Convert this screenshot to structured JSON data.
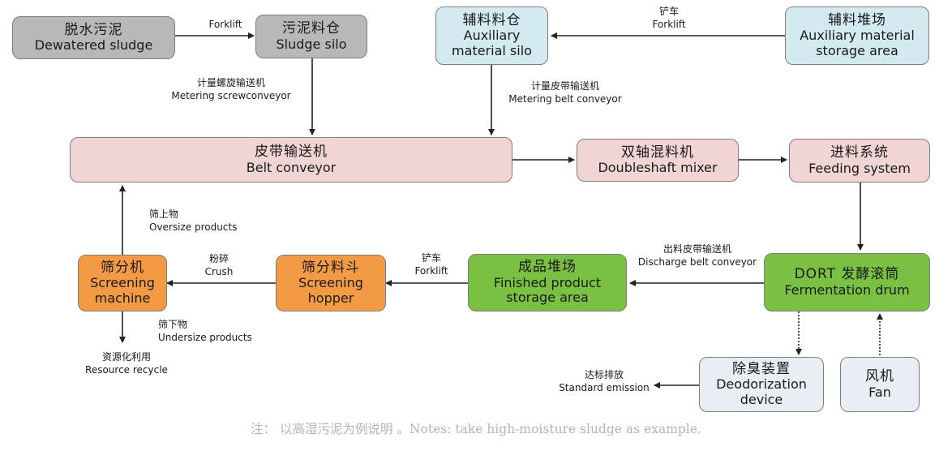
{
  "nodes": {
    "dewatered_sludge": {
      "zh": "脱水污泥",
      "en": "Dewatered sludge"
    },
    "sludge_silo": {
      "zh": "污泥料仓",
      "en": "Sludge silo"
    },
    "aux_silo": {
      "zh": "辅料料仓",
      "en1": "Auxiliary",
      "en2": "material silo"
    },
    "aux_storage": {
      "zh": "辅料堆场",
      "en1": "Auxiliary material",
      "en2": "storage area"
    },
    "belt_conveyor": {
      "zh": "皮带输送机",
      "en": "Belt conveyor"
    },
    "mixer": {
      "zh": "双轴混料机",
      "en": "Doubleshaft mixer"
    },
    "feeding": {
      "zh": "进料系统",
      "en": "Feeding system"
    },
    "drum": {
      "zh": "DORT 发酵滚筒",
      "en": "Fermentation drum"
    },
    "finished": {
      "zh": "成品堆场",
      "en1": "Finished product",
      "en2": "storage area"
    },
    "hopper": {
      "zh": "筛分料斗",
      "en1": "Screening",
      "en2": "hopper"
    },
    "screening": {
      "zh": "筛分机",
      "en1": "Screening",
      "en2": "machine"
    },
    "deodor": {
      "zh": "除臭装置",
      "en1": "Deodorization",
      "en2": "device"
    },
    "fan": {
      "zh": "风机",
      "en": "Fan"
    }
  },
  "labels": {
    "forklift_top": {
      "en": "Forklift"
    },
    "forklift_aux": {
      "zh": "铲车",
      "en": "Forklift"
    },
    "metering_screw": {
      "zh": "计量螺旋输送机",
      "en": "Metering screwconveyor"
    },
    "metering_belt": {
      "zh": "计量皮带输送机",
      "en": "Metering belt conveyor"
    },
    "oversize": {
      "zh": "筛上物",
      "en": "Oversize products"
    },
    "crush": {
      "zh": "粉碎",
      "en": "Crush"
    },
    "forklift_mid": {
      "zh": "铲车",
      "en": "Forklift"
    },
    "discharge": {
      "zh": "出料皮带输送机",
      "en": "Discharge belt conveyor"
    },
    "undersize": {
      "zh": "筛下物",
      "en": "Undersize products"
    },
    "resource": {
      "zh": "资源化利用",
      "en": "Resource recycle"
    },
    "emission": {
      "zh": "达标排放",
      "en": "Standard emission"
    }
  },
  "note": "注： 以高湿污泥为例说明 。Notes: take high-moisture sludge as example.",
  "colors": {
    "gray": "#b8b8b8",
    "blue": "#d3eaf1",
    "pink": "#f1d5d5",
    "green": "#7ac043",
    "orange": "#f39a45",
    "pale": "#e9eef4"
  }
}
